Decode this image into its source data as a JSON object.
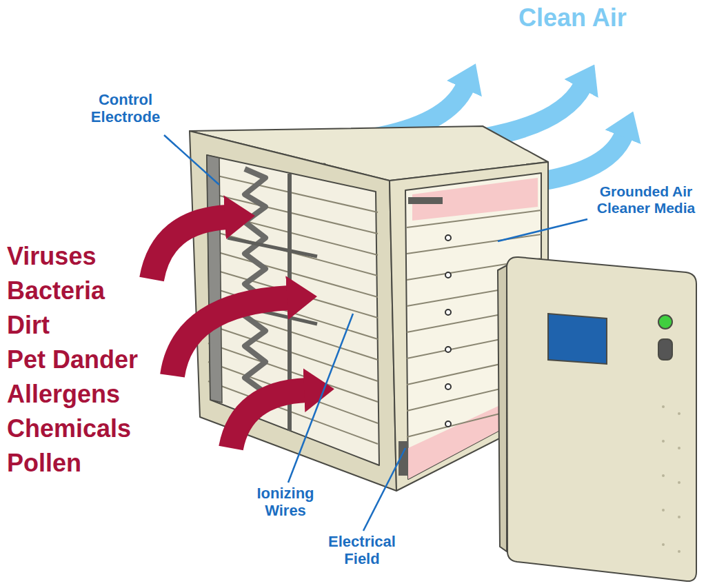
{
  "diagram": {
    "labels": [
      "Clean Air",
      "Control Electrode",
      "Viruses",
      "Bacteria",
      "Dirt",
      "Pet Dander",
      "Allergens",
      "Chemicals",
      "Pollen",
      "Grounded Air Cleaner Media",
      "Ionizing Wires",
      "Electrical Field"
    ]
  }
}
